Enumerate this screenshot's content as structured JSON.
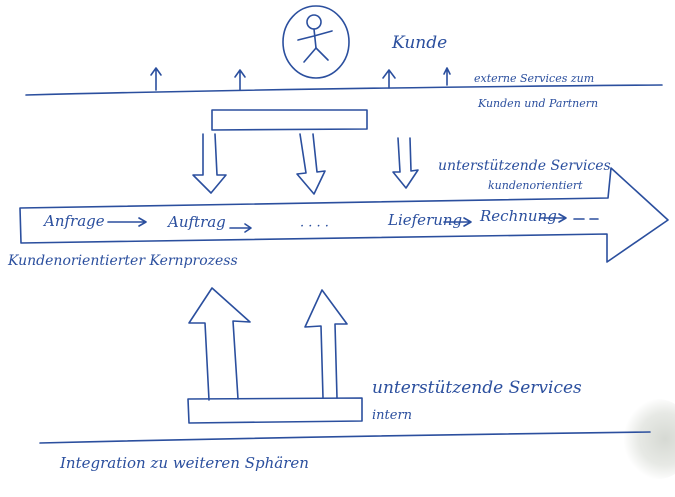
{
  "labels": {
    "kunde": "Kunde",
    "externe_services_line1": "externe Services zum",
    "externe_services_line2": "Kunden und Partnern",
    "unterstuetzende_kunden_line1": "unterstützende Services",
    "unterstuetzende_kunden_line2": "kundenorientiert",
    "anfrage": "Anfrage",
    "auftrag": "Auftrag",
    "ellipsis": "· · · ·",
    "lieferung": "Lieferung",
    "rechnung": "Rechnung",
    "kernprozess": "Kundenorientierter Kernprozess",
    "unterstuetzende_intern_line1": "unterstützende Services",
    "unterstuetzende_intern_line2": "intern",
    "integration": "Integration zu weiteren Sphären"
  },
  "colors": {
    "ink": "#2b4f9e",
    "paper": "#ffffff"
  }
}
